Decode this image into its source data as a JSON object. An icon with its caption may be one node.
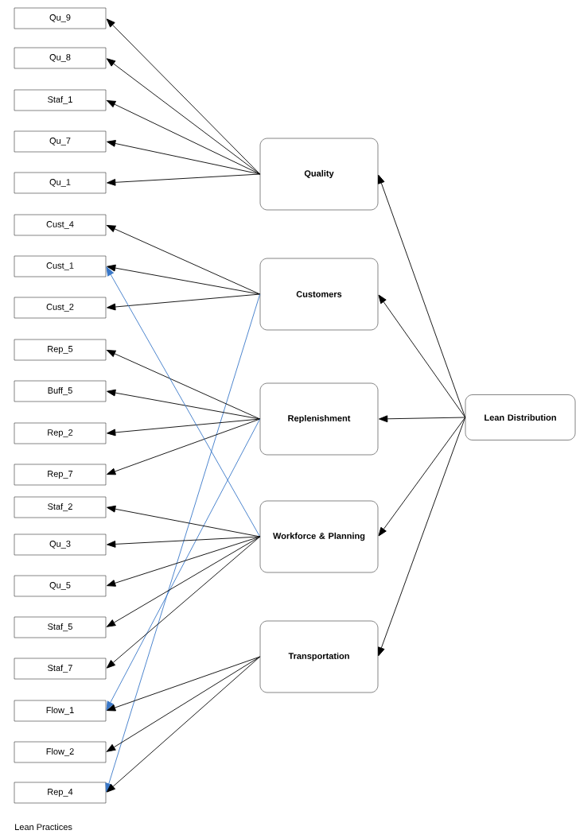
{
  "diagram": {
    "nodes": [
      {
        "text": [
          "Qu_9"
        ]
      },
      {
        "text": [
          "Qu_8"
        ]
      },
      {
        "text": [
          "Staf_1"
        ]
      },
      {
        "text": [
          "Qu_7"
        ]
      },
      {
        "text": [
          "Qu_1"
        ]
      },
      {
        "text": [
          "Cust_4"
        ]
      },
      {
        "text": [
          "Cust_1"
        ]
      },
      {
        "text": [
          "Cust_2"
        ]
      },
      {
        "text": [
          "Rep_5"
        ]
      },
      {
        "text": [
          "Buff_5"
        ]
      },
      {
        "text": [
          "Rep_2"
        ]
      },
      {
        "text": [
          "Rep_7"
        ]
      },
      {
        "text": [
          "Staf_2"
        ]
      },
      {
        "text": [
          "Qu_3"
        ]
      },
      {
        "text": [
          "Qu_5"
        ]
      },
      {
        "text": [
          "Staf_5"
        ]
      },
      {
        "text": [
          "Staf_7"
        ]
      },
      {
        "text": [
          "Flow_1"
        ]
      },
      {
        "text": [
          "Flow_2"
        ]
      },
      {
        "text": [
          "Rep_4"
        ]
      },
      {
        "text": [
          "Quality"
        ]
      },
      {
        "text": [
          "Customers"
        ]
      },
      {
        "text": [
          "Replenishment"
        ]
      },
      {
        "text": [
          "Workforce & Planning"
        ]
      },
      {
        "text": [
          "Transportation"
        ]
      },
      {
        "text": [
          "Lean Distribution"
        ]
      }
    ],
    "edges": [
      {
        "from": 20,
        "to": 0,
        "arrow": "to"
      },
      {
        "from": 20,
        "to": 1,
        "arrow": "to"
      },
      {
        "from": 20,
        "to": 2,
        "arrow": "to"
      },
      {
        "from": 20,
        "to": 3,
        "arrow": "to"
      },
      {
        "from": 20,
        "to": 4,
        "arrow": "to"
      },
      {
        "from": 21,
        "to": 5,
        "arrow": "to"
      },
      {
        "from": 21,
        "to": 6,
        "arrow": "to"
      },
      {
        "from": 21,
        "to": 7,
        "arrow": "to"
      },
      {
        "from": 21,
        "to": 19,
        "arrow": "to",
        "color": "#3a78c8"
      },
      {
        "from": 22,
        "to": 8,
        "arrow": "to"
      },
      {
        "from": 22,
        "to": 9,
        "arrow": "to"
      },
      {
        "from": 22,
        "to": 10,
        "arrow": "to"
      },
      {
        "from": 22,
        "to": 11,
        "arrow": "to"
      },
      {
        "from": 22,
        "to": 17,
        "arrow": "to",
        "color": "#3a78c8"
      },
      {
        "from": 23,
        "to": 6,
        "arrow": "to",
        "color": "#3a78c8"
      },
      {
        "from": 23,
        "to": 12,
        "arrow": "to"
      },
      {
        "from": 23,
        "to": 13,
        "arrow": "to"
      },
      {
        "from": 23,
        "to": 14,
        "arrow": "to"
      },
      {
        "from": 23,
        "to": 15,
        "arrow": "to"
      },
      {
        "from": 23,
        "to": 16,
        "arrow": "to"
      },
      {
        "from": 24,
        "to": 17,
        "arrow": "to"
      },
      {
        "from": 24,
        "to": 18,
        "arrow": "to"
      },
      {
        "from": 24,
        "to": 19,
        "arrow": "to"
      },
      {
        "from": 25,
        "to": 20,
        "arrow": "to"
      },
      {
        "from": 25,
        "to": 21,
        "arrow": "to"
      },
      {
        "from": 25,
        "to": 22,
        "arrow": "to"
      },
      {
        "from": 25,
        "to": 23,
        "arrow": "to"
      },
      {
        "from": 25,
        "to": 24,
        "arrow": "to"
      }
    ],
    "labels": [
      "Lean Practices"
    ]
  }
}
